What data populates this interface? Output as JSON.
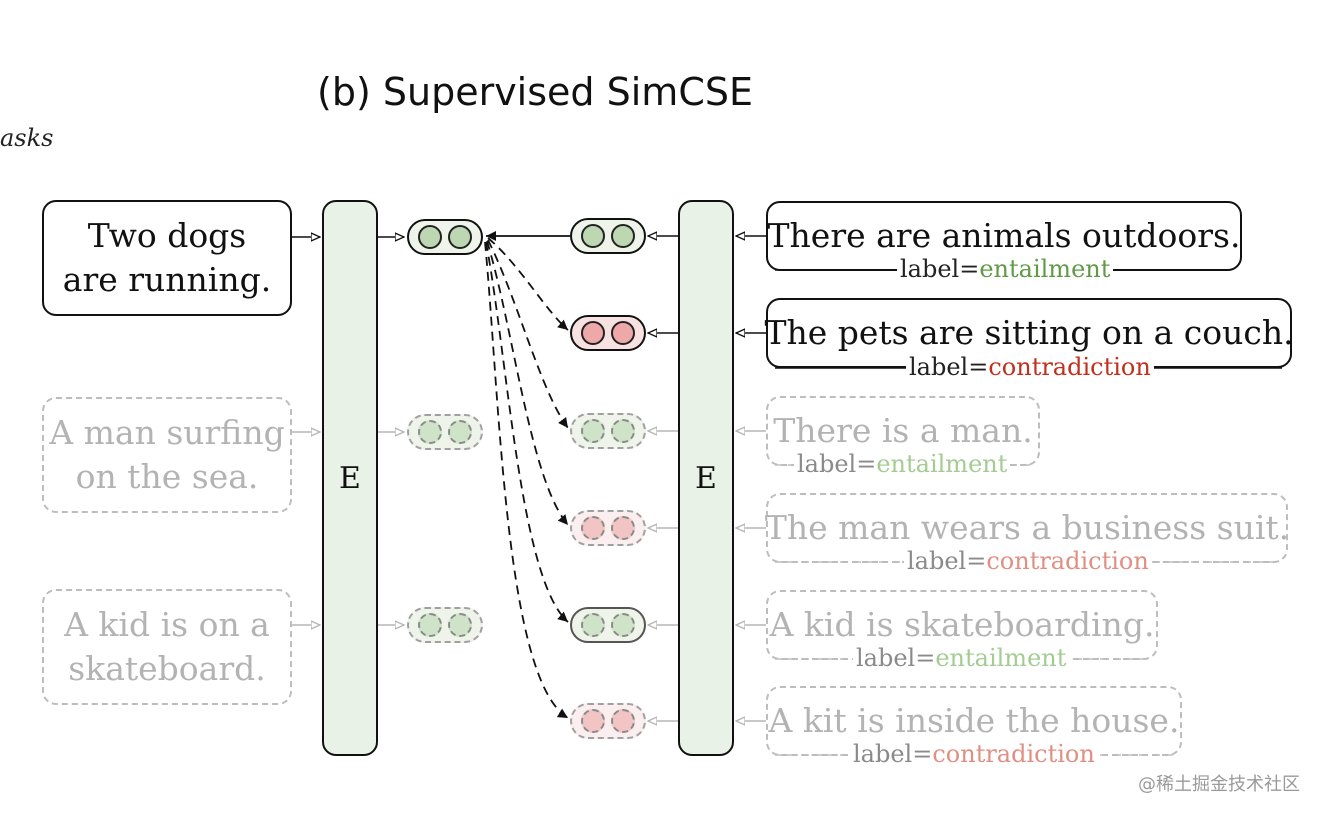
{
  "diagram": {
    "title": "(b) Supervised SimCSE",
    "cut_off_text": "asks",
    "encoder_label": "E",
    "premises": [
      {
        "text": "Two dogs are running.",
        "line1": "Two dogs",
        "line2": "are running.",
        "state": "active"
      },
      {
        "text": "A man surfing on the sea.",
        "line1": "A man surfing",
        "line2": "on the sea.",
        "state": "faded"
      },
      {
        "text": "A kid is on a skateboard.",
        "line1": "A kid is on a",
        "line2": "skateboard.",
        "state": "faded"
      }
    ],
    "hypotheses": [
      {
        "text": "There are animals outdoors.",
        "label_key": "label=",
        "label_value": "entailment",
        "state": "active",
        "embedding_color": "green"
      },
      {
        "text": "The pets are sitting on a couch.",
        "label_key": "label=",
        "label_value": "contradiction",
        "state": "active",
        "embedding_color": "red"
      },
      {
        "text": "There is a man.",
        "label_key": "label=",
        "label_value": "entailment",
        "state": "faded",
        "embedding_color": "green"
      },
      {
        "text": "The man wears a business suit.",
        "label_key": "label=",
        "label_value": "contradiction",
        "state": "faded",
        "embedding_color": "red"
      },
      {
        "text": "A kid is skateboarding.",
        "label_key": "label=",
        "label_value": "entailment",
        "state": "faded",
        "embedding_color": "green"
      },
      {
        "text": "A kit is inside the house.",
        "label_key": "label=",
        "label_value": "contradiction",
        "state": "faded",
        "embedding_color": "red"
      }
    ],
    "colors": {
      "entailment": "#5f9a45",
      "contradiction": "#c0301c",
      "encoder_fill": "#e9f2e6"
    }
  },
  "watermark": "@稀土掘金技术社区"
}
